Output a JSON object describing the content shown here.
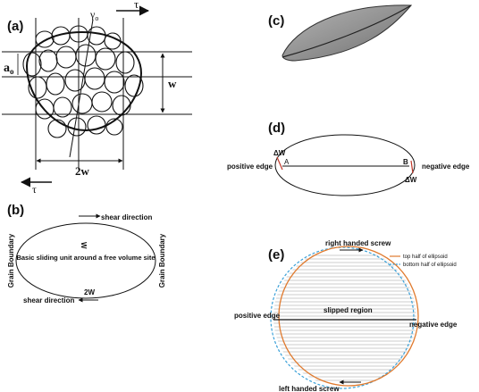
{
  "panels": {
    "a": {
      "label": "(a)",
      "a0": "a",
      "a0_sub": "o",
      "gamma": "γ",
      "gamma_sub": "o",
      "tau_top": "τ",
      "tau_bottom": "τ",
      "w": "w",
      "two_w": "2w"
    },
    "b": {
      "label": "(b)",
      "shear_top": "shear direction",
      "shear_bottom": "shear direction",
      "w": "W",
      "two_w": "2W",
      "center_text": "Basic sliding unit around a free volume site",
      "grain_left": "Grain Boundary",
      "grain_right": "Grain Boundary"
    },
    "c": {
      "label": "(c)"
    },
    "d": {
      "label": "(d)",
      "dw_top": "ΔW",
      "dw_bottom": "ΔW",
      "positive_edge": "positive edge",
      "negative_edge": "negative edge",
      "point_a": "A",
      "point_b": "B"
    },
    "e": {
      "label": "(e)",
      "right_screw": "right handed screw",
      "left_screw": "left handed screw",
      "positive_edge": "positive edge",
      "negative_edge": "negative edge",
      "slipped_region": "slipped region",
      "legend_top": "top half of ellipsoid",
      "legend_bottom": "bottom half of ellipsoid"
    }
  },
  "colors": {
    "orange": "#e07a2e",
    "blue": "#3aa0d8",
    "red": "#c0392b",
    "lens": "#8a8a8a"
  }
}
